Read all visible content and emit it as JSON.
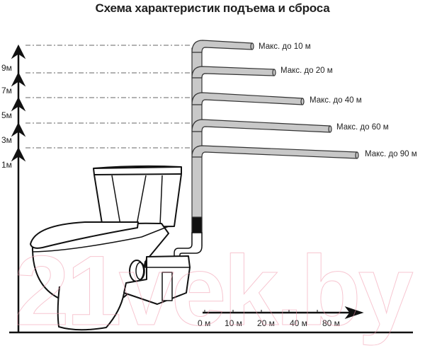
{
  "title": "Схема характеристик подъема и сброса",
  "vertical_axis": {
    "labels": [
      "9м",
      "7м",
      "5м",
      "3м",
      "1м"
    ]
  },
  "pipe_branches": [
    {
      "label": "Макс. до 10 м"
    },
    {
      "label": "Макс. до 20 м"
    },
    {
      "label": "Макс. до 40 м"
    },
    {
      "label": "Макс. до 60 м"
    },
    {
      "label": "Макс. до 90 м"
    }
  ],
  "horizontal_axis": {
    "labels": [
      "0 м",
      "10 м",
      "20 м",
      "40 м",
      "80 м"
    ]
  },
  "watermark": "21vek.by",
  "colors": {
    "line": "#111111",
    "pipe_fill": "#c8c8c8",
    "pipe_stroke": "#333333",
    "dash": "#666666",
    "watermark": "#f096aa"
  }
}
